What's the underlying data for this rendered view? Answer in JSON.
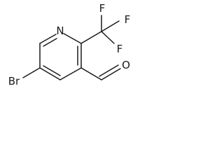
{
  "structure": {
    "atoms": {
      "nitrogen": "N",
      "bromine": "Br",
      "oxygen": "O",
      "fluorine_1": "F",
      "fluorine_2": "F",
      "fluorine_3": "F"
    },
    "line_color": "#1a1a1a"
  }
}
